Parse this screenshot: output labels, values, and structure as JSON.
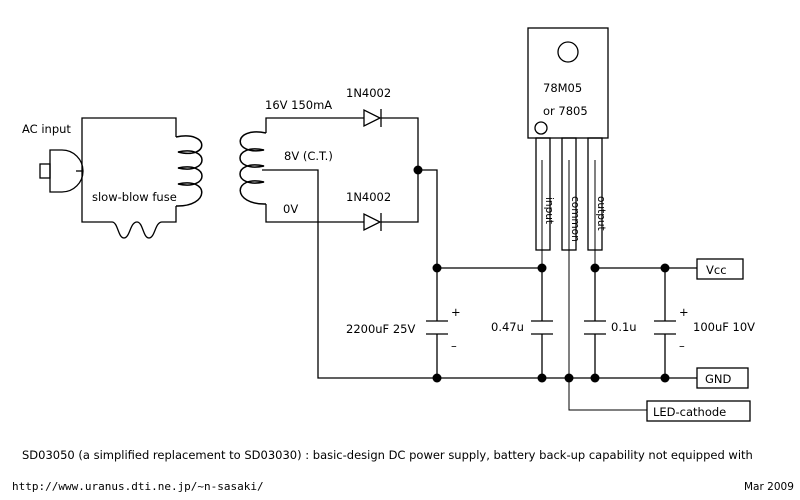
{
  "labels": {
    "ac_input": "AC input",
    "fuse": "slow-blow fuse",
    "sec_16v": "16V 150mA",
    "sec_8v": "8V (C.T.)",
    "sec_0v": "0V",
    "diode_top": "1N4002",
    "diode_bottom": "1N4002",
    "reg_model": "78M05",
    "reg_alt": "or 7805",
    "pin_input": "input",
    "pin_common": "common",
    "pin_output": "output",
    "cap_2200": "2200uF 25V",
    "cap_047": "0.47u",
    "cap_01": "0.1u",
    "cap_100": "100uF 10V",
    "plus": "+",
    "minus": "–"
  },
  "terminals": {
    "vcc": "Vcc",
    "gnd": "GND",
    "led": "LED-cathode"
  },
  "caption": "SD03050 (a simplified replacement to SD03030) : basic-design DC power supply, battery back-up capability not equipped with",
  "footer": {
    "url": "http://www.uranus.dti.ne.jp/~n-sasaki/",
    "date": "Mar 2009"
  }
}
